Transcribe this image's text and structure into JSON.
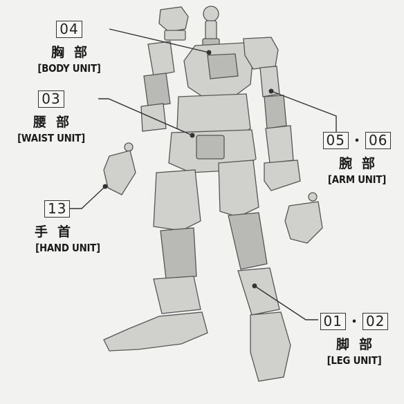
{
  "callouts": {
    "body": {
      "num": "04",
      "jp": "胸部",
      "en": "[BODY UNIT]"
    },
    "waist": {
      "num": "03",
      "jp": "腰部",
      "en": "[WAIST UNIT]"
    },
    "arm": {
      "num1": "05",
      "sep": "・",
      "num2": "06",
      "jp": "腕部",
      "en": "[ARM UNIT]"
    },
    "hand": {
      "num": "13",
      "jp": "手首",
      "en": "[HAND UNIT]"
    },
    "leg": {
      "num1": "01",
      "sep": "・",
      "num2": "02",
      "jp": "脚部",
      "en": "[LEG UNIT]"
    }
  },
  "colors": {
    "background": "#f2f2f0",
    "part_fill": "#d0d0cd",
    "outline": "#555555",
    "text": "#1a1a1a"
  }
}
